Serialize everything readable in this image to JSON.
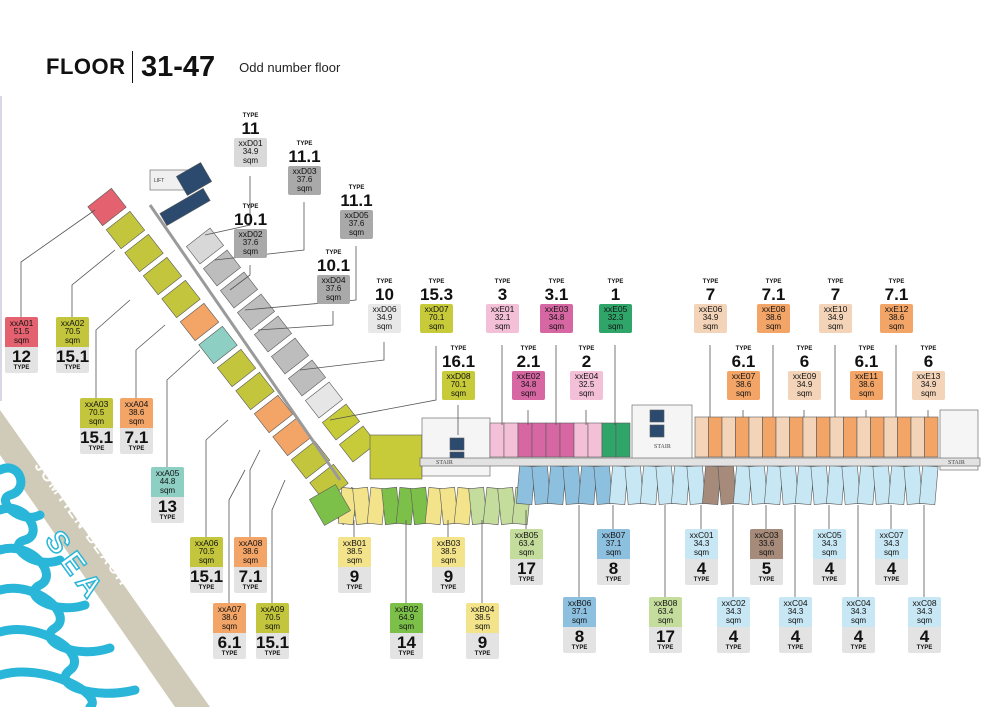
{
  "header": {
    "floor_label": "FLOOR",
    "range": "31-47",
    "subtitle": "Odd number floor"
  },
  "sea": {
    "beach": "JOMTIEN BEACH",
    "sea": "SEA"
  },
  "stair_label": "STAIR",
  "lift_label": "LIFT",
  "colors": {
    "type_grey": "#e3e3e3",
    "sea_blue": "#29b6d9",
    "beach_band": "#cfcbb8"
  },
  "units": [
    {
      "code": "xxA01",
      "size": "51.5",
      "unit": "sqm",
      "type": "12",
      "type_label": "TYPE",
      "color": "#e4626f"
    },
    {
      "code": "xxA02",
      "size": "70.5",
      "unit": "sqm",
      "type": "15.1",
      "type_label": "TYPE",
      "color": "#c3c63c"
    },
    {
      "code": "xxA03",
      "size": "70.5",
      "unit": "sqm",
      "type": "15.1",
      "type_label": "TYPE",
      "color": "#c3c63c"
    },
    {
      "code": "xxA04",
      "size": "38.6",
      "unit": "sqm",
      "type": "7.1",
      "type_label": "TYPE",
      "color": "#f3a467"
    },
    {
      "code": "xxA05",
      "size": "44.8",
      "unit": "sqm",
      "type": "13",
      "type_label": "TYPE",
      "color": "#8ecfc4"
    },
    {
      "code": "xxA06",
      "size": "70.5",
      "unit": "sqm",
      "type": "15.1",
      "type_label": "TYPE",
      "color": "#c3c63c"
    },
    {
      "code": "xxA08",
      "size": "38.6",
      "unit": "sqm",
      "type": "7.1",
      "type_label": "TYPE",
      "color": "#f3a467"
    },
    {
      "code": "xxA07",
      "size": "38.6",
      "unit": "sqm",
      "type": "6.1",
      "type_label": "TYPE",
      "color": "#f3a467"
    },
    {
      "code": "xxA09",
      "size": "70.5",
      "unit": "sqm",
      "type": "15.1",
      "type_label": "TYPE",
      "color": "#c3c63c"
    },
    {
      "code": "xxB01",
      "size": "38.5",
      "unit": "sqm",
      "type": "9",
      "type_label": "TYPE",
      "color": "#f3e38a"
    },
    {
      "code": "xxB03",
      "size": "38.5",
      "unit": "sqm",
      "type": "9",
      "type_label": "TYPE",
      "color": "#f3e38a"
    },
    {
      "code": "xxB02",
      "size": "64.9",
      "unit": "sqm",
      "type": "14",
      "type_label": "TYPE",
      "color": "#7cc04a"
    },
    {
      "code": "xxB04",
      "size": "38.5",
      "unit": "sqm",
      "type": "9",
      "type_label": "TYPE",
      "color": "#f3e38a"
    },
    {
      "code": "xxB05",
      "size": "63.4",
      "unit": "sqm",
      "type": "17",
      "type_label": "TYPE",
      "color": "#c4dc9c"
    },
    {
      "code": "xxB08",
      "size": "63.4",
      "unit": "sqm",
      "type": "17",
      "type_label": "TYPE",
      "color": "#c4dc9c"
    },
    {
      "code": "xxB07",
      "size": "37.1",
      "unit": "sqm",
      "type": "8",
      "type_label": "TYPE",
      "color": "#8dbfdf"
    },
    {
      "code": "xxB06",
      "size": "37.1",
      "unit": "sqm",
      "type": "8",
      "type_label": "TYPE",
      "color": "#8dbfdf"
    },
    {
      "code": "xxC01",
      "size": "34.3",
      "unit": "sqm",
      "type": "4",
      "type_label": "TYPE",
      "color": "#c8e7f4"
    },
    {
      "code": "xxC03",
      "size": "33.6",
      "unit": "sqm",
      "type": "5",
      "type_label": "TYPE",
      "color": "#a68b7a"
    },
    {
      "code": "xxC05",
      "size": "34.3",
      "unit": "sqm",
      "type": "4",
      "type_label": "TYPE",
      "color": "#c8e7f4"
    },
    {
      "code": "xxC07",
      "size": "34.3",
      "unit": "sqm",
      "type": "4",
      "type_label": "TYPE",
      "color": "#c8e7f4"
    },
    {
      "code": "xxC02",
      "size": "34.3",
      "unit": "sqm",
      "type": "4",
      "type_label": "TYPE",
      "color": "#c8e7f4"
    },
    {
      "code": "xxC04",
      "size": "34.3",
      "unit": "sqm",
      "type": "4",
      "type_label": "TYPE",
      "color": "#c8e7f4"
    },
    {
      "code": "xxC04",
      "size": "34.3",
      "unit": "sqm",
      "type": "4",
      "type_label": "TYPE",
      "color": "#c8e7f4"
    },
    {
      "code": "xxC08",
      "size": "34.3",
      "unit": "sqm",
      "type": "4",
      "type_label": "TYPE",
      "color": "#c8e7f4"
    }
  ],
  "type_boxes": [
    {
      "type_label": "TYPE",
      "type": "11",
      "code": "xxD01",
      "size": "34.9",
      "unit": "sqm",
      "color": "#d9d9d9"
    },
    {
      "type_label": "TYPE",
      "type": "11.1",
      "code": "xxD03",
      "size": "37.6",
      "unit": "sqm",
      "color": "#a9a9a9"
    },
    {
      "type_label": "TYPE",
      "type": "10.1",
      "code": "xxD02",
      "size": "37.6",
      "unit": "sqm",
      "color": "#a9a9a9"
    },
    {
      "type_label": "TYPE",
      "type": "11.1",
      "code": "xxD05",
      "size": "37.6",
      "unit": "sqm",
      "color": "#a9a9a9"
    },
    {
      "type_label": "TYPE",
      "type": "10.1",
      "code": "xxD04",
      "size": "37.6",
      "unit": "sqm",
      "color": "#a9a9a9"
    },
    {
      "type_label": "TYPE",
      "type": "10",
      "code": "xxD06",
      "size": "34.9",
      "unit": "sqm",
      "color": "#e8e8e8"
    },
    {
      "type_label": "TYPE",
      "type": "15.3",
      "code": "xxD07",
      "size": "70.1",
      "unit": "sqm",
      "color": "#c7cb3a"
    },
    {
      "type_label": "TYPE",
      "type": "16.1",
      "code": "xxD08",
      "size": "70.1",
      "unit": "sqm",
      "color": "#c7cb3a"
    },
    {
      "type_label": "TYPE",
      "type": "3",
      "code": "xxE01",
      "size": "32.1",
      "unit": "sqm",
      "color": "#f4c0d8"
    },
    {
      "type_label": "TYPE",
      "type": "3.1",
      "code": "xxE03",
      "size": "34.8",
      "unit": "sqm",
      "color": "#d667a3"
    },
    {
      "type_label": "TYPE",
      "type": "1",
      "code": "xxE05",
      "size": "32.3",
      "unit": "sqm",
      "color": "#2fa56a"
    },
    {
      "type_label": "TYPE",
      "type": "2.1",
      "code": "xxE02",
      "size": "34.8",
      "unit": "sqm",
      "color": "#d667a3"
    },
    {
      "type_label": "TYPE",
      "type": "2",
      "code": "xxE04",
      "size": "32.5",
      "unit": "sqm",
      "color": "#f4c0d8"
    },
    {
      "type_label": "TYPE",
      "type": "7",
      "code": "xxE06",
      "size": "34.9",
      "unit": "sqm",
      "color": "#f3d4b8"
    },
    {
      "type_label": "TYPE",
      "type": "7.1",
      "code": "xxE08",
      "size": "38.6",
      "unit": "sqm",
      "color": "#f3a467"
    },
    {
      "type_label": "TYPE",
      "type": "7",
      "code": "xxE10",
      "size": "34.9",
      "unit": "sqm",
      "color": "#f3d4b8"
    },
    {
      "type_label": "TYPE",
      "type": "7.1",
      "code": "xxE12",
      "size": "38.6",
      "unit": "sqm",
      "color": "#f3a467"
    },
    {
      "type_label": "TYPE",
      "type": "6.1",
      "code": "xxE07",
      "size": "38.6",
      "unit": "sqm",
      "color": "#f3a467"
    },
    {
      "type_label": "TYPE",
      "type": "6",
      "code": "xxE09",
      "size": "34.9",
      "unit": "sqm",
      "color": "#f3d4b8"
    },
    {
      "type_label": "TYPE",
      "type": "6.1",
      "code": "xxE11",
      "size": "38.6",
      "unit": "sqm",
      "color": "#f3a467"
    },
    {
      "type_label": "TYPE",
      "type": "6",
      "code": "xxE13",
      "size": "34.9",
      "unit": "sqm",
      "color": "#f3d4b8"
    }
  ]
}
